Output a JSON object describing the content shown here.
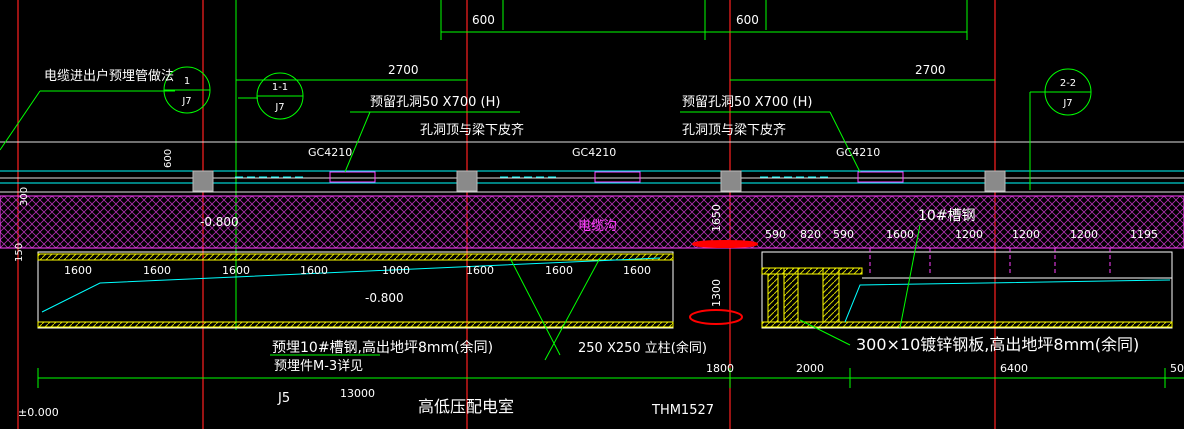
{
  "drawing": {
    "background_color": "#000000",
    "colors": {
      "grid": "#ff2020",
      "dim": "#00ff00",
      "leader": "#00ff00",
      "text": "#ffffff",
      "beam": "#00ffff",
      "steel": "#ffff00",
      "hatch": "#ff00ff",
      "label_magenta": "#ff40ff",
      "marker": "#ff0000",
      "column": "#808080"
    },
    "top_dims": [
      "600",
      "600"
    ],
    "mid_dims": [
      "2700",
      "2700"
    ],
    "bubble_1": {
      "top": "1",
      "bottom": "J7"
    },
    "bubble_1_1": {
      "top": "1-1",
      "bottom": "J7"
    },
    "bubble_2_2": {
      "top": "2-2",
      "bottom": "J7"
    },
    "label_cable_entry": "电缆进出户预埋管做法",
    "opening_note_1": "预留孔洞50 X700 (H)",
    "opening_sub_1": "孔洞顶与梁下皮齐",
    "opening_note_2": "预留孔洞50 X700 (H)",
    "opening_sub_2": "孔洞顶与梁下皮齐",
    "beam_labels": [
      "GC4210",
      "GC4210",
      "GC4210"
    ],
    "side_dims": [
      "600",
      "300",
      "150"
    ],
    "level_minus_800_a": "-0.800",
    "level_minus_800_b": "-0.800",
    "trench_label": "电缆沟",
    "dim_1650": "1650",
    "dim_1300": "1300",
    "channel_label": "10#槽钢",
    "left_trench_dims": [
      "1600",
      "1600",
      "1600",
      "1600",
      "1000",
      "1600",
      "1600",
      "1600"
    ],
    "right_trench_dims": [
      "590",
      "820",
      "590",
      "1600",
      "1200",
      "1200",
      "1200",
      "1195"
    ],
    "note_embedded_channel": "预埋10#槽钢,高出地坪8mm(余同)",
    "note_embedded_part": "预埋件M-3详见",
    "note_column": "250 X250 立柱(余同)",
    "note_steel_plate": "300×10镀锌钢板,高出地坪8mm(余同)",
    "bottom_dims": [
      "1800",
      "2000",
      "6400",
      "50"
    ],
    "grid_label_j5": "J5",
    "dim_13000": "13000",
    "room_label": "高低压配电室",
    "equipment_label": "THM1527",
    "level_zero": "±0.000"
  }
}
